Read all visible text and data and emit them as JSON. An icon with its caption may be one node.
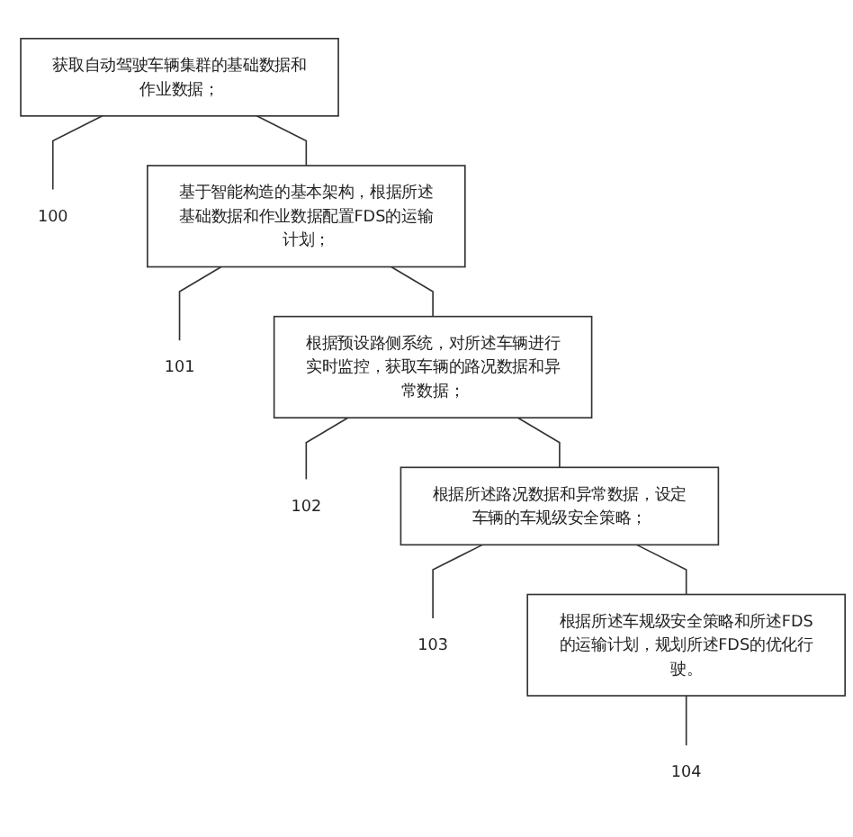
{
  "diagram": {
    "nodes": [
      {
        "text": [
          "获取自动驾驶车辆集群的基础数据和作业数据；"
        ]
      },
      {
        "text": [
          "100"
        ]
      },
      {
        "text": [
          "基于智能构造的基本架构，根据所述基础数据和作业数据配置FDS的运输计划；"
        ]
      },
      {
        "text": [
          "101"
        ]
      },
      {
        "text": [
          "根据预设路侧系统，对所述车辆进行实时监控，获取车辆的路况数据和异常数据；"
        ]
      },
      {
        "text": [
          "102"
        ]
      },
      {
        "text": [
          "根据所述路况数据和异常数据，设定车辆的车规级安全策略；"
        ]
      },
      {
        "text": [
          "103"
        ]
      },
      {
        "text": [
          "根据所述车规级安全策略和所述FDS的运输计划，规划所述FDS的优化行驶。"
        ]
      },
      {
        "text": [
          "104"
        ]
      }
    ],
    "edges": [
      {
        "from": 0,
        "to": 1,
        "arrow": "none"
      },
      {
        "from": 0,
        "to": 2,
        "arrow": "none"
      },
      {
        "from": 2,
        "to": 3,
        "arrow": "none"
      },
      {
        "from": 2,
        "to": 4,
        "arrow": "none"
      },
      {
        "from": 4,
        "to": 5,
        "arrow": "none"
      },
      {
        "from": 4,
        "to": 6,
        "arrow": "none"
      },
      {
        "from": 6,
        "to": 7,
        "arrow": "none"
      },
      {
        "from": 6,
        "to": 8,
        "arrow": "none"
      },
      {
        "from": 8,
        "to": 9,
        "arrow": "none"
      }
    ]
  }
}
